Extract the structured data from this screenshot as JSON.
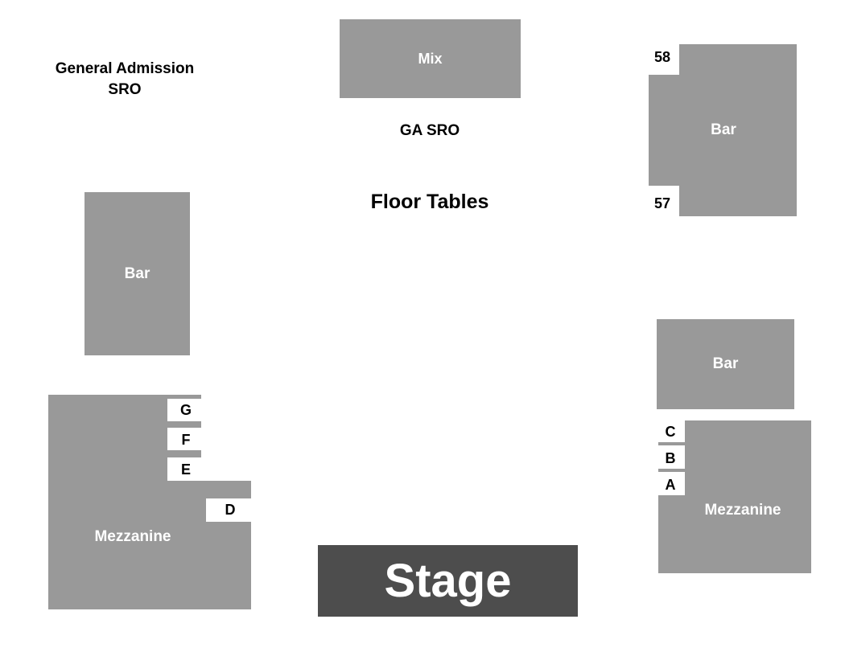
{
  "labels": {
    "general_admission_line1": "General Admission",
    "general_admission_line2": "SRO",
    "mix": "Mix",
    "ga_sro": "GA SRO",
    "floor_tables": "Floor Tables",
    "bar_left": "Bar",
    "bar_right_top": "Bar",
    "bar_right_bottom": "Bar",
    "mezzanine_left": "Mezzanine",
    "mezzanine_right": "Mezzanine",
    "stage": "Stage"
  },
  "seat_numbers": {
    "top": "58",
    "bottom": "57"
  },
  "rows_left": {
    "g": "G",
    "f": "F",
    "e": "E",
    "d": "D"
  },
  "rows_right": {
    "c": "C",
    "b": "B",
    "a": "A"
  },
  "colors": {
    "section_fill": "#999999",
    "stage_fill": "#4d4d4d",
    "section_text": "#ffffff",
    "label_text": "#000000"
  }
}
